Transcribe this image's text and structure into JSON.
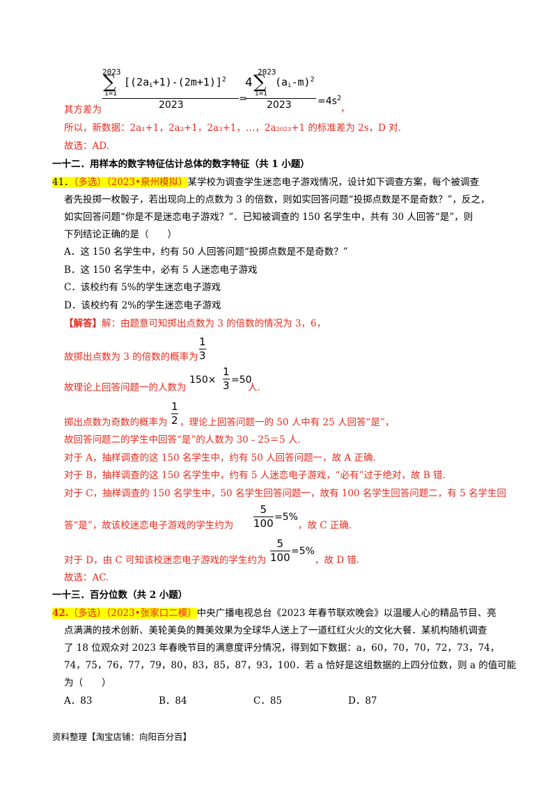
{
  "formula": {
    "sum_upper": "2023",
    "sum_lower": "i=1",
    "sum_symbol": "∑",
    "left_numer": "[(2a",
    "left_numer_i": "i",
    "left_numer_rest": "+1)-(2m+1)]",
    "sq": "2",
    "denom": "2023",
    "equals": "=",
    "right_coef": "4",
    "right_numer": "(a",
    "right_numer_i": "i",
    "right_numer_rest": "-m)",
    "result": "=4s",
    "prefix": "其方差为",
    "trail": "，"
  },
  "sol40": {
    "line1": "所以，新数据：2a₁+1，2a₂+1，2a₃+1，…，2a₂₀₂₃+1 的标准差为 2s，D 对.",
    "answer": "故选：AD."
  },
  "section12": "一十二．用样本的数字特征估计总体的数字特征（共 1 小题）",
  "q41": {
    "number": "41．",
    "tag": "（多选）（2023•泉州模拟）",
    "stem1": "某学校为调查学生迷恋电子游戏情况，设计如下调查方案，每个被调查",
    "stem2": "者先投掷一枚骰子，若出现向上的点数为 3 的倍数，则如实回答问题“投掷点数是不是奇数？”，反之，",
    "stem3": "如实回答问题“你是不是迷恋电子游戏？”．已知被调查的 150 名学生中，共有 30 人回答“是”，则",
    "stem4": "下列结论正确的是（　　）",
    "optA": "A．这 150 名学生中，约有 50 人回答问题“投掷点数是不是奇数？”",
    "optB": "B．这 150 名学生中，必有 5 人迷恋电子游戏",
    "optC": "C．该校约有 5%的学生迷恋电子游戏",
    "optD": "D．该校约有 2%的学生迷恋电子游戏"
  },
  "sol41": {
    "l1_tag": "【解答】",
    "l1": "解：由题意可知掷出点数为 3 的倍数的情况为 3，6，",
    "l2": "故掷出点数为 3 的倍数的概率为",
    "frac_1_3_n": "1",
    "frac_1_3_d": "3",
    "l3": "故理论上回答问题一的人数为",
    "l3_expr_a": "150×",
    "l3_expr_b": "=50",
    "l3_tail": "人.",
    "l4": "掷出点数为奇数的概率为",
    "frac_1_2_n": "1",
    "frac_1_2_d": "2",
    "l4_tail": "，理论上回答问题一的 50 人中有 25 人回答“是”，",
    "l5": "故回答问题二的学生中回答“是”的人数为 30﹣25＝5 人.",
    "l6": "对于 A，抽样调查的这 150 名学生中，约有 50 人回答问题一，故 A 正确.",
    "l7": "对于 B，抽样调查的这 150 名学生中，约有 5 人迷恋电子游戏，“必有”过于绝对，故 B 错.",
    "l8": "对于 C，抽样调查的 150 名学生中，50 名学生回答问题一，故有 100 名学生回答问题二，有 5 名学生回",
    "l9": "答“是”，故该校迷恋电子游戏的学生约为",
    "frac_5_100_n": "5",
    "frac_5_100_d": "100",
    "pct": "=5%",
    "l9_tail": "，故 C 正确.",
    "l10": "对于 D，由 C 可知该校迷恋电子游戏的学生约为",
    "l10_tail": "，故 D 错.",
    "answer": "故选：AC."
  },
  "section13": "一十三．百分位数（共 2 小题）",
  "q42": {
    "number": "42.",
    "tag": "（多选）（2023•张家口二模）",
    "stem1": "中央广播电视总台《2023 年春节联欢晚会》以温暖人心的精品节目、亮",
    "stem2": "点满满的技术创新、美轮美奂的舞美效果为全球华人送上了一道红红火火的文化大餐．某机构随机调查",
    "stem3": "了 18 位观众对 2023 年春晚节目的满意度评分情况，得到如下数据：a，60，70，70，72，73，74，",
    "stem4": "74，75，76，77，79，80，83，85，87，93，100．若 a 恰好是这组数据的上四分位数，则 a 的值可能",
    "stem5": "为（　　）",
    "optA": "A．83",
    "optB": "B．84",
    "optC": "C．85",
    "optD": "D．87"
  },
  "footer": "资料整理【淘宝店铺：向阳百分百】",
  "colors": {
    "solution": "#e8291c",
    "highlight": "#ffff00"
  }
}
